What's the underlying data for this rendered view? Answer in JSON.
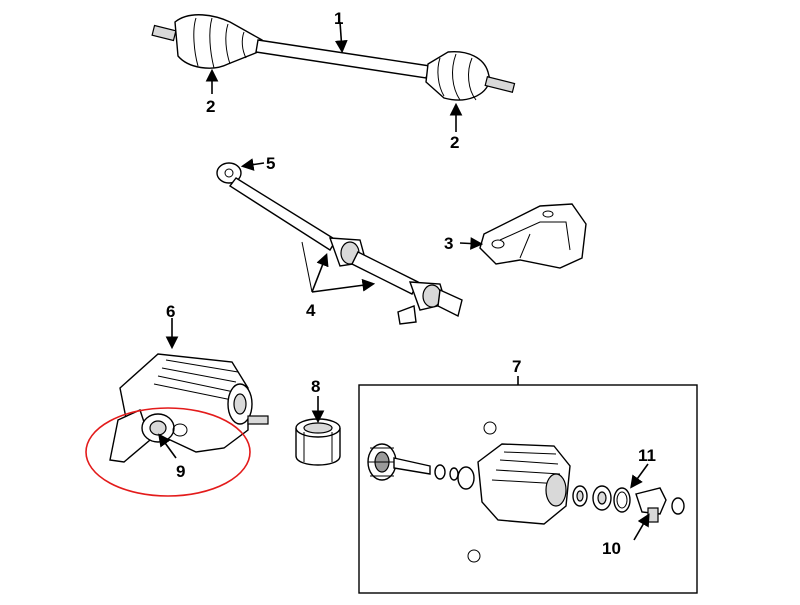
{
  "callouts": {
    "c1": "1",
    "c2a": "2",
    "c2b": "2",
    "c3": "3",
    "c4": "4",
    "c5": "5",
    "c6": "6",
    "c7": "7",
    "c8": "8",
    "c9": "9",
    "c10": "10",
    "c11": "11"
  },
  "highlight_color": "#e31b1b"
}
